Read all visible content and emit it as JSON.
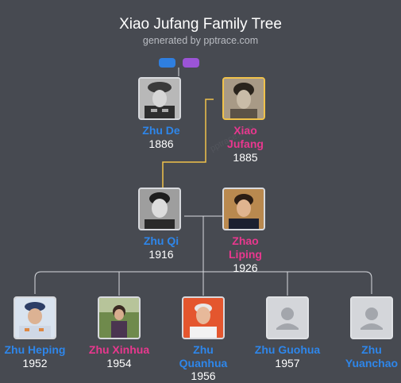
{
  "header": {
    "title": "Xiao Jufang Family Tree",
    "subtitle": "generated by pptrace.com",
    "watermark": "pptrace.com"
  },
  "people": {
    "zhu_de": {
      "name": "Zhu De",
      "year": "1886"
    },
    "xiao_jufang": {
      "name_line1": "Xiao",
      "name_line2": "Jufang",
      "year": "1885"
    },
    "zhu_qi": {
      "name": "Zhu Qi",
      "year": "1916"
    },
    "zhao_liping": {
      "name_line1": "Zhao",
      "name_line2": "Liping",
      "year": "1926"
    },
    "zhu_heping": {
      "name": "Zhu Heping",
      "year": "1952"
    },
    "zhu_xinhua": {
      "name": "Zhu Xinhua",
      "year": "1954"
    },
    "zhu_quanhua": {
      "name_line1": "Zhu",
      "name_line2": "Quanhua",
      "year": "1956"
    },
    "zhu_guohua": {
      "name": "Zhu Guohua",
      "year": "1957"
    },
    "zhu_yuanchao": {
      "name_line1": "Zhu",
      "name_line2": "Yuanchao"
    }
  },
  "colors": {
    "background": "#474a51",
    "male": "#2e86ea",
    "female": "#e8388e",
    "highlight_line": "#f0c24b",
    "line": "#d9dbe0"
  }
}
